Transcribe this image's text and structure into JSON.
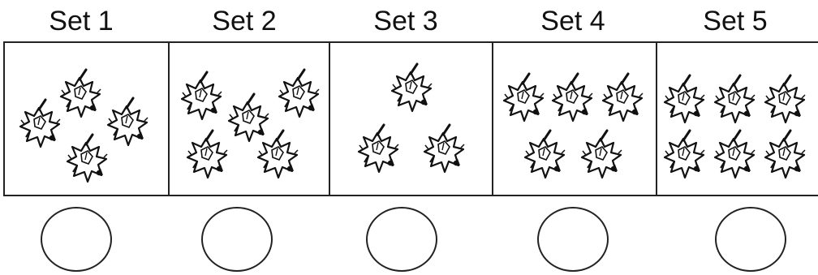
{
  "sets": [
    {
      "title": "Set 1",
      "count": 4
    },
    {
      "title": "Set 2",
      "count": 5
    },
    {
      "title": "Set 3",
      "count": 3
    },
    {
      "title": "Set 4",
      "count": 5
    },
    {
      "title": "Set 5",
      "count": 6
    }
  ],
  "icon": "maple-leaf-icon"
}
